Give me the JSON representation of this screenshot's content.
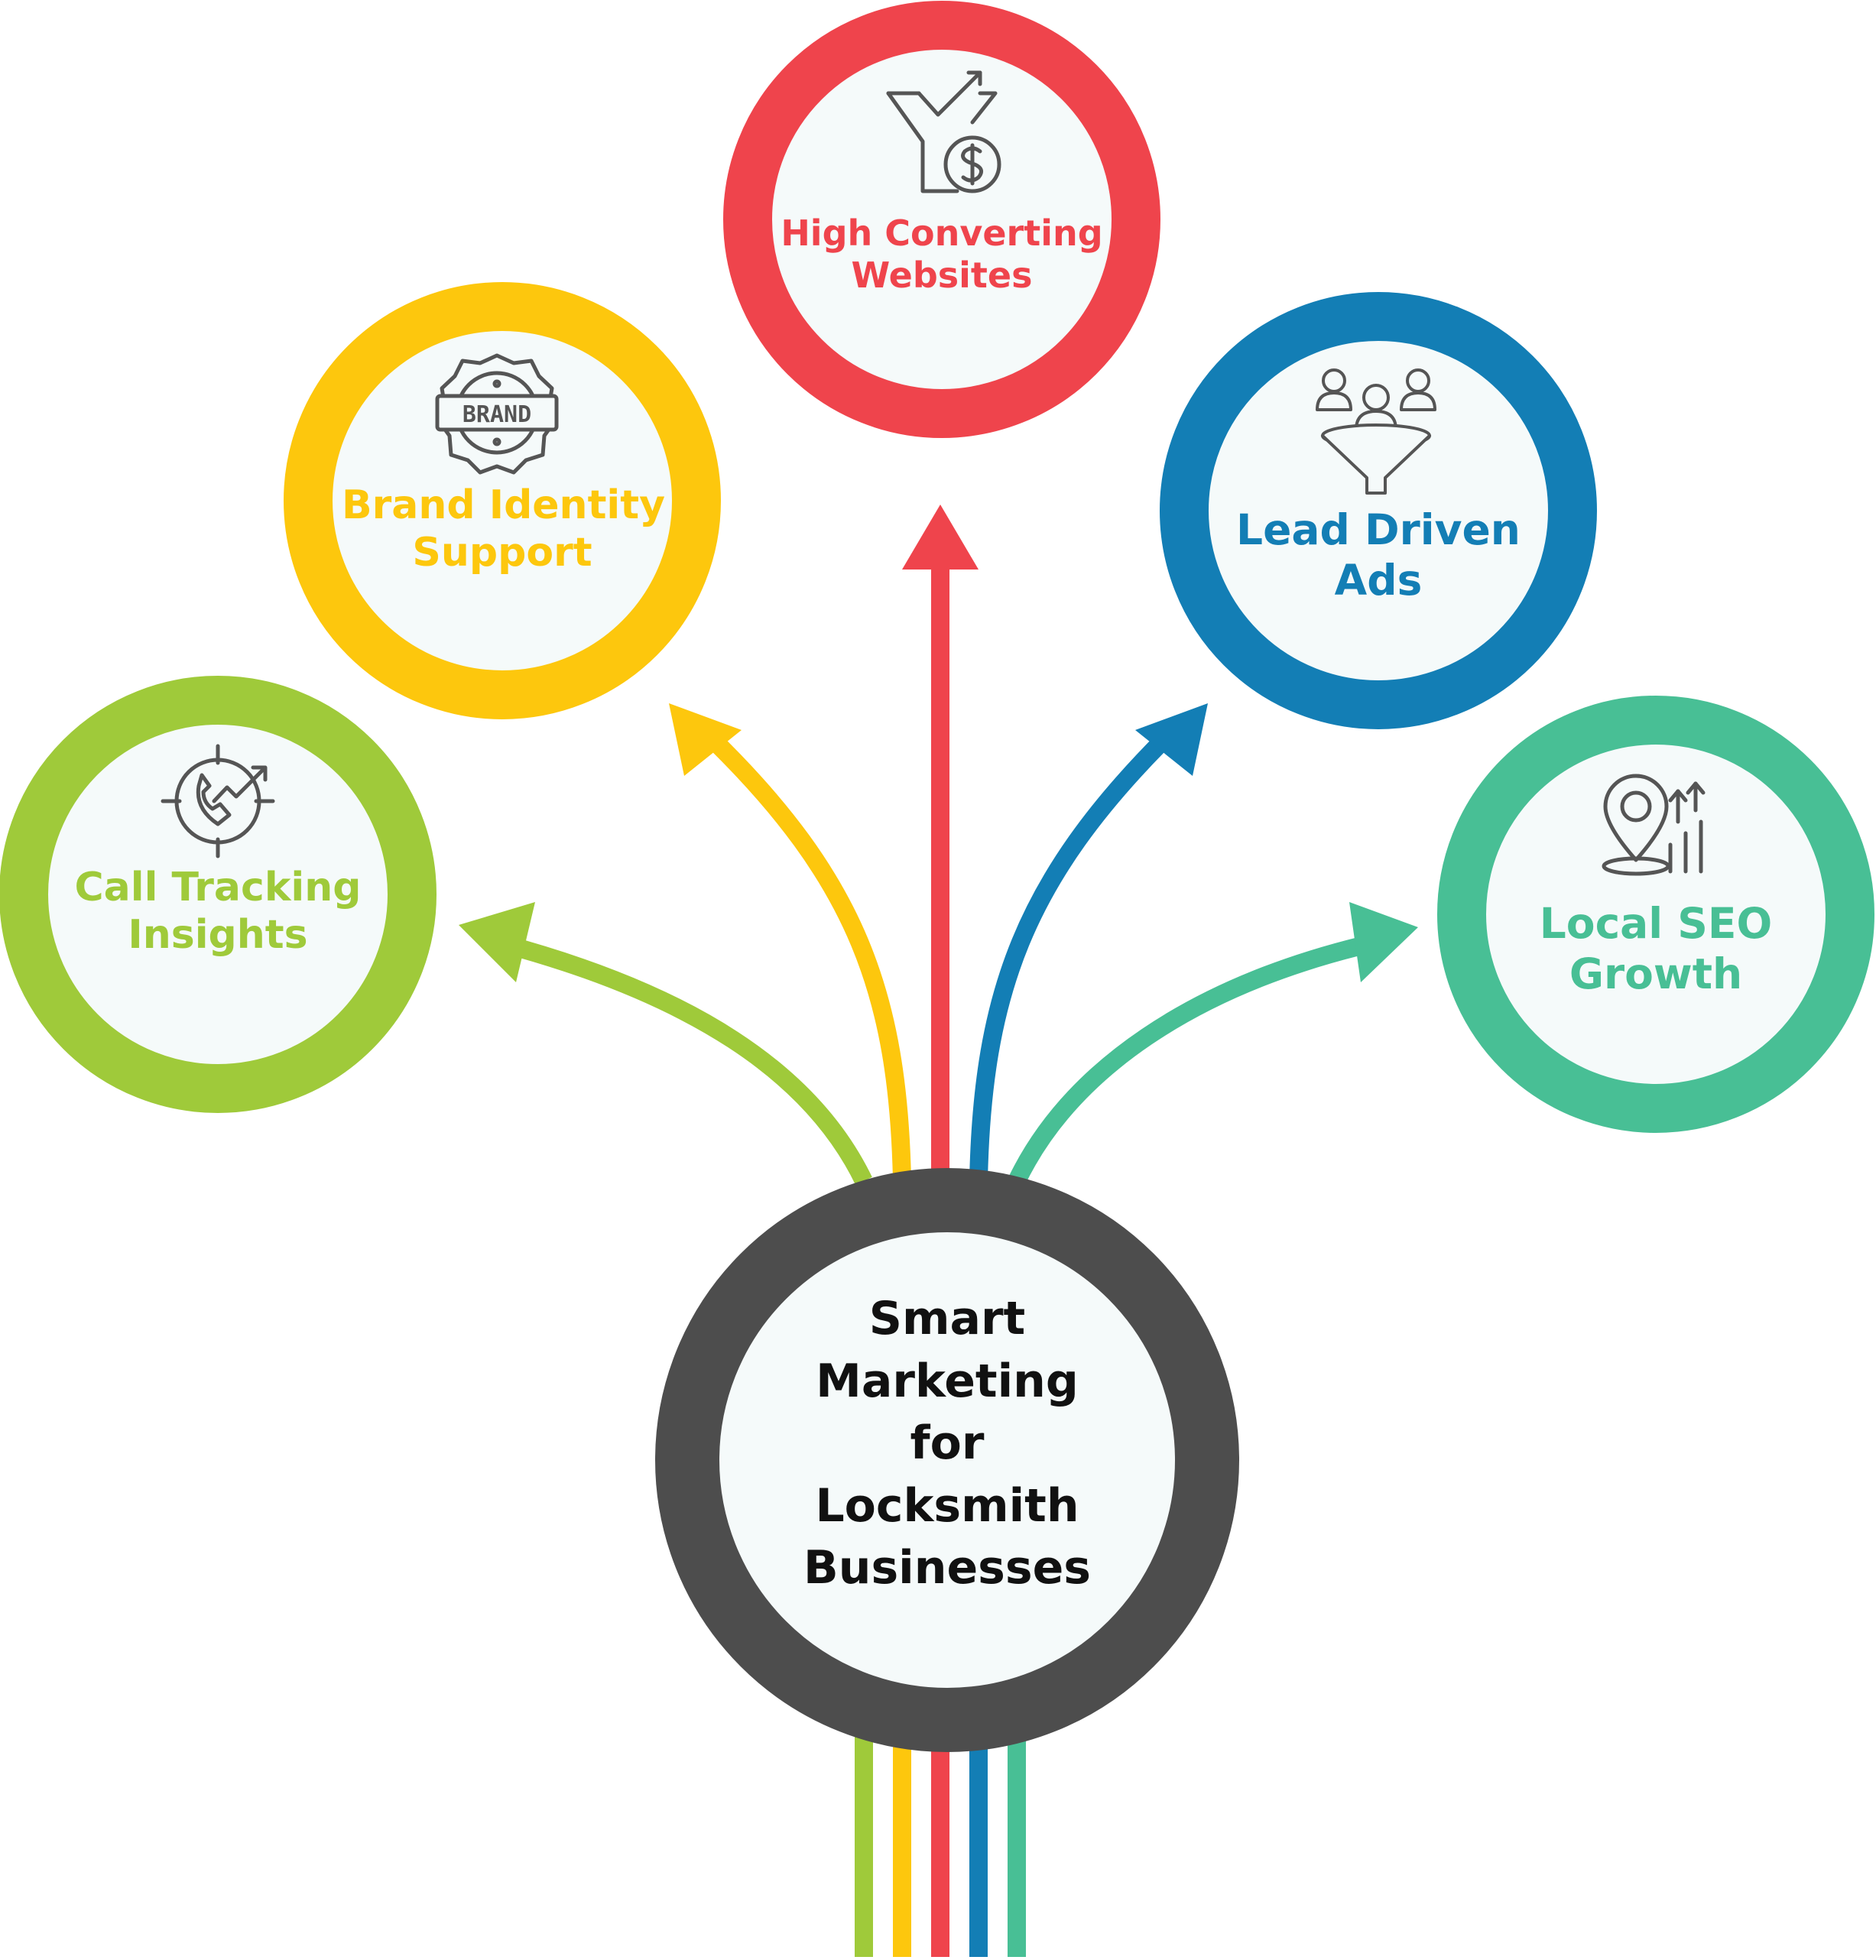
{
  "center": {
    "lines": [
      "Smart",
      "Marketing",
      "for",
      "Locksmith",
      "Businesses"
    ],
    "color": "#4d4d4d",
    "text_color": "#111111"
  },
  "nodes": [
    {
      "id": "call-tracking",
      "lines": [
        "Call Tracking",
        "Insights"
      ],
      "color": "#9fca3a",
      "icon": "phone-tracking-icon"
    },
    {
      "id": "brand-identity",
      "lines": [
        "Brand Identity",
        "Support"
      ],
      "color": "#fdc70d",
      "icon": "brand-badge-icon",
      "icon_text": "BRAND"
    },
    {
      "id": "high-converting",
      "lines": [
        "High Converting",
        "Websites"
      ],
      "color": "#ef444c",
      "icon": "funnel-dollar-icon"
    },
    {
      "id": "lead-driven",
      "lines": [
        "Lead Driven",
        "Ads"
      ],
      "color": "#137eb5",
      "icon": "lead-funnel-icon"
    },
    {
      "id": "local-seo",
      "lines": [
        "Local SEO",
        "Growth"
      ],
      "color": "#48bf95",
      "icon": "map-pin-growth-icon"
    }
  ],
  "fill_color": "#f5fafa",
  "icon_color": "#555555"
}
